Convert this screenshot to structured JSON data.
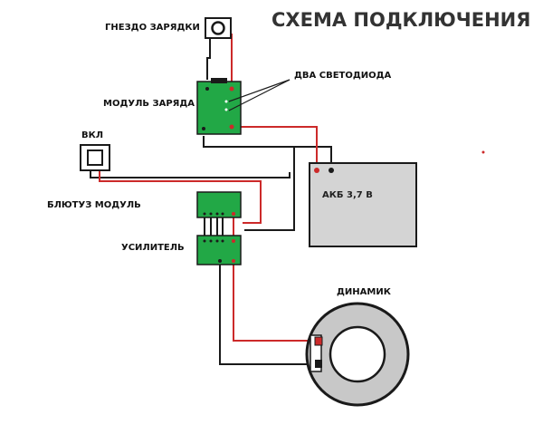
{
  "diagram": {
    "title": "СХЕМА ПОДКЛЮЧЕНИЯ",
    "labels": {
      "charge_jack": "ГНЕЗДО ЗАРЯДКИ",
      "two_leds": "ДВА СВЕТОДИОДА",
      "charge_module": "МОДУЛЬ ЗАРЯДА",
      "power_switch": "ВКЛ",
      "bluetooth_module": "БЛЮТУЗ МОДУЛЬ",
      "amplifier": "УСИЛИТЕЛЬ",
      "battery": "АКБ 3,7 В",
      "speaker": "ДИНАМИК"
    },
    "colors": {
      "positive_wire": "#cc2a2a",
      "negative_wire": "#1a1a1a",
      "pcb_green": "#22a846",
      "battery_fill": "#d4d4d4",
      "speaker_fill": "#c8c8c8"
    }
  }
}
